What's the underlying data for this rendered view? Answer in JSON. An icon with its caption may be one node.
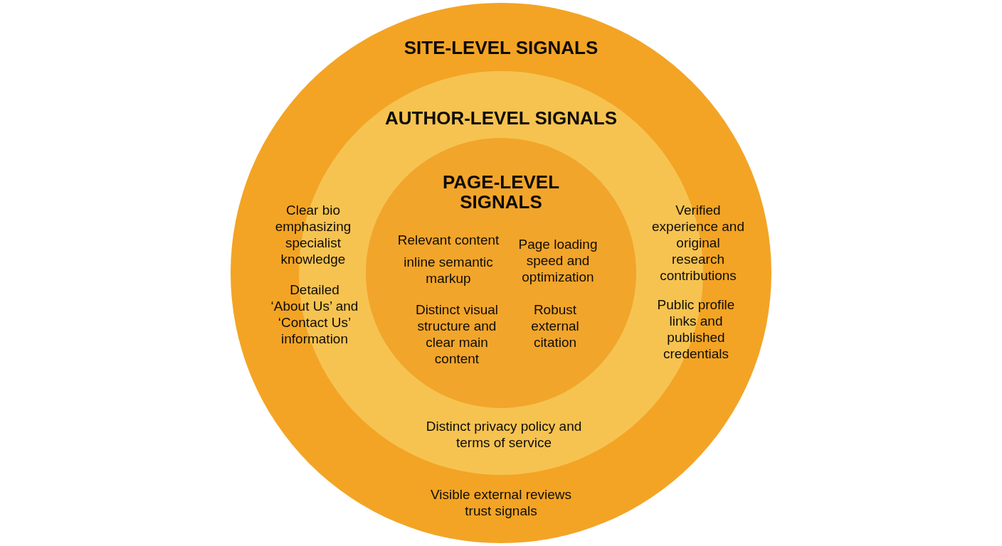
{
  "diagram": {
    "nodes": [
      {
        "text": [
          "SITE-LEVEL SIGNALS",
          "Visible external reviews trust signals"
        ]
      },
      {
        "text": [
          "AUTHOR-LEVEL SIGNALS",
          "Clear bio emphasizing specialist knowledge",
          "Detailed ‘About Us’ and ‘Contact Us’ information",
          "Verified experience and original research contributions",
          "Public profile links and published credentials",
          "Distinct privacy policy and terms of service"
        ],
        "in": 0
      },
      {
        "text": [
          "PAGE-LEVEL SIGNALS",
          "Relevant content",
          "inline semantic markup",
          "Page loading speed and optimization",
          "Distinct visual structure and clear main content",
          "Robust external citation"
        ],
        "in": 1
      }
    ]
  }
}
